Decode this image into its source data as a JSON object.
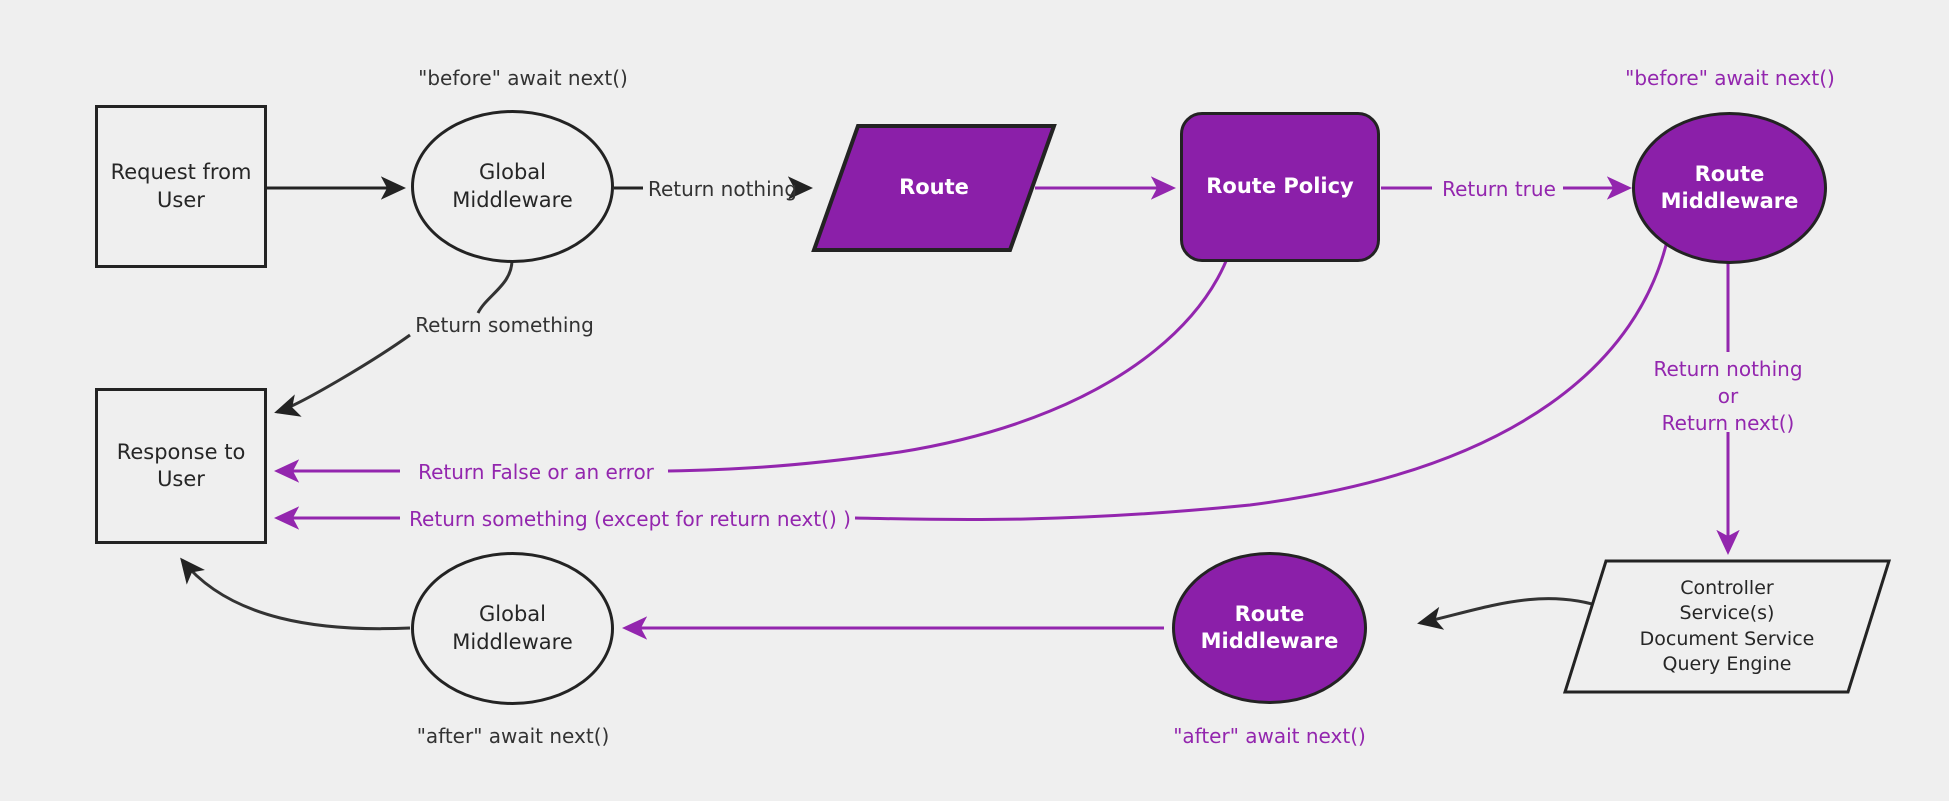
{
  "diagram": {
    "title": "Request middleware lifecycle flow",
    "background_color": "#efefef",
    "colors": {
      "purple_fill": "#8B1FA9",
      "purple_stroke": "#9326AE",
      "dark_stroke": "#232323",
      "dark_text": "#262626",
      "light_text": "#ffffff"
    }
  },
  "nodes": {
    "request": {
      "label": "Request from\nUser",
      "shape": "rectangle",
      "style": "plain"
    },
    "global_middleware_before": {
      "label": "Global\nMiddleware",
      "shape": "ellipse",
      "style": "plain"
    },
    "route": {
      "label": "Route",
      "shape": "parallelogram",
      "style": "purple"
    },
    "route_policy": {
      "label": "Route Policy",
      "shape": "rounded-rect",
      "style": "purple"
    },
    "route_middleware_before": {
      "label": "Route\nMiddleware",
      "shape": "ellipse",
      "style": "purple"
    },
    "controller": {
      "label": "Controller\nService(s)\nDocument Service\nQuery Engine",
      "shape": "parallelogram",
      "style": "plain"
    },
    "route_middleware_after": {
      "label": "Route\nMiddleware",
      "shape": "ellipse",
      "style": "purple"
    },
    "global_middleware_after": {
      "label": "Global\nMiddleware",
      "shape": "ellipse",
      "style": "plain"
    },
    "response": {
      "label": "Response to\nUser",
      "shape": "rectangle",
      "style": "plain"
    }
  },
  "annotations": {
    "before_await_next_global": "\"before\" await next()",
    "before_await_next_route": "\"before\" await next()",
    "after_await_next_global": "\"after\" await next()",
    "after_await_next_route": "\"after\" await next()"
  },
  "edge_labels": {
    "return_something_top": "Return something",
    "return_nothing": "Return nothing",
    "return_true": "Return true",
    "return_nothing_or_next_l1": "Return nothing",
    "return_nothing_or_next_l2": "or",
    "return_nothing_or_next_l3": "Return next()",
    "return_false_or_error": "Return False or an error",
    "return_something_except_next": "Return something (except for return next() )"
  },
  "edges": [
    {
      "from": "request",
      "to": "global_middleware_before",
      "label": "",
      "color": "dark"
    },
    {
      "from": "global_middleware_before",
      "to": "route",
      "label": "Return nothing",
      "color": "dark"
    },
    {
      "from": "global_middleware_before",
      "to": "response",
      "label": "Return something",
      "color": "dark"
    },
    {
      "from": "route",
      "to": "route_policy",
      "label": "",
      "color": "purple"
    },
    {
      "from": "route_policy",
      "to": "route_middleware_before",
      "label": "Return true",
      "color": "purple"
    },
    {
      "from": "route_policy",
      "to": "response",
      "label": "Return False or an error",
      "color": "purple"
    },
    {
      "from": "route_middleware_before",
      "to": "controller",
      "label": "Return nothing or Return next()",
      "color": "purple"
    },
    {
      "from": "route_middleware_before",
      "to": "response",
      "label": "Return something (except for return next() )",
      "color": "purple"
    },
    {
      "from": "controller",
      "to": "route_middleware_after",
      "label": "",
      "color": "dark"
    },
    {
      "from": "route_middleware_after",
      "to": "global_middleware_after",
      "label": "",
      "color": "purple"
    },
    {
      "from": "global_middleware_after",
      "to": "response",
      "label": "",
      "color": "dark"
    }
  ]
}
